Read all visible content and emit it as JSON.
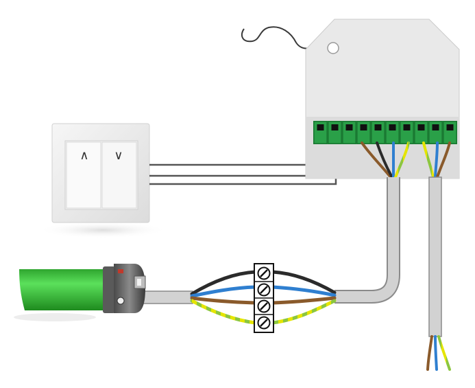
{
  "switch": {
    "up_symbol": "∧",
    "down_symbol": "∨"
  },
  "colors": {
    "wire_black": "#2b2b2b",
    "wire_blue": "#2f7fd0",
    "wire_brown": "#8a5a2b",
    "wire_green_yellow": "#8cc63f",
    "yellow_stripe": "#e5e500",
    "terminal_green": "#1f8a3a",
    "motor_tube": "#3ec43e",
    "cable_grey": "#c8c8c8",
    "module_body": "#e9e9e9"
  },
  "components": [
    "shutter-switch",
    "relay-module",
    "tubular-motor",
    "terminal-block",
    "mains-cable"
  ],
  "module": {
    "terminal_count": 10
  },
  "terminal_block": {
    "screw_count": 4
  }
}
